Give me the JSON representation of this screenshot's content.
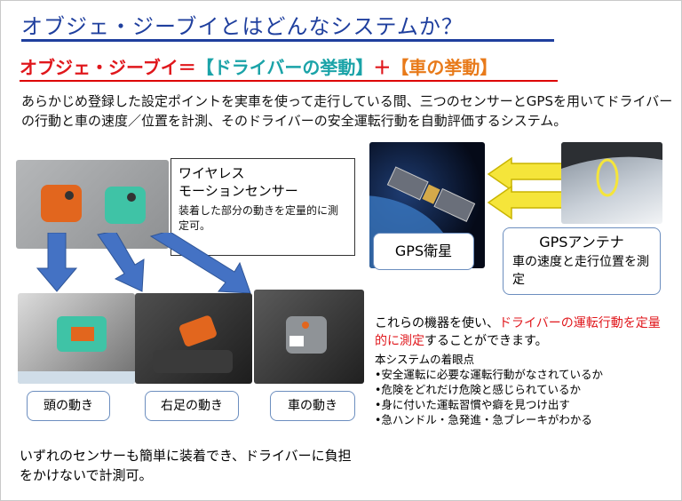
{
  "title": "オブジェ・ジーブイとはどんなシステムか？",
  "subtitle": {
    "part1": "オブジェ・ジーブイ＝",
    "part2": "【ドライバーの挙動】",
    "part3": "＋",
    "part4": "【車の挙動】"
  },
  "intro": "あらかじめ登録した設定ポイントを実車を使って走行している間、三つのセンサーとGPSを用いてドライバーの行動と車の速度／位置を計測、そのドライバーの安全運転行動を自動評価するシステム。",
  "sensor_box": {
    "title": "ワイヤレス",
    "title2": "モーションセンサー",
    "desc": "装着した部分の動きを定量的に測定可。"
  },
  "gps": {
    "satellite_label": "GPS衛星",
    "antenna_title": "GPSアンテナ",
    "antenna_desc": "車の速度と走行位置を測定"
  },
  "motion_labels": [
    "頭の動き",
    "右足の動き",
    "車の動き"
  ],
  "right_text": {
    "lead1": "これらの機器を使い、",
    "lead_red1": "ドライバーの運転行動を定量的に測定",
    "lead2": "することができます。",
    "points_title": "本システムの着眼点",
    "points": [
      "•安全運転に必要な運転行動がなされているか",
      "•危険をどれだけ危険と感じられているか",
      "•身に付いた運転習慣や癖を見つけ出す",
      "•急ハンドル・急発進・急ブレーキがわかる"
    ]
  },
  "bottom_note": "いずれのセンサーも簡単に装着でき、ドライバーに負担をかけないで計測可。",
  "colors": {
    "title": "#1f3f9e",
    "red": "#e0171c",
    "teal": "#1ba3a8",
    "orange": "#e87a1a",
    "arrow_blue": "#4472c4",
    "arrow_yellow": "#f5e53a"
  }
}
